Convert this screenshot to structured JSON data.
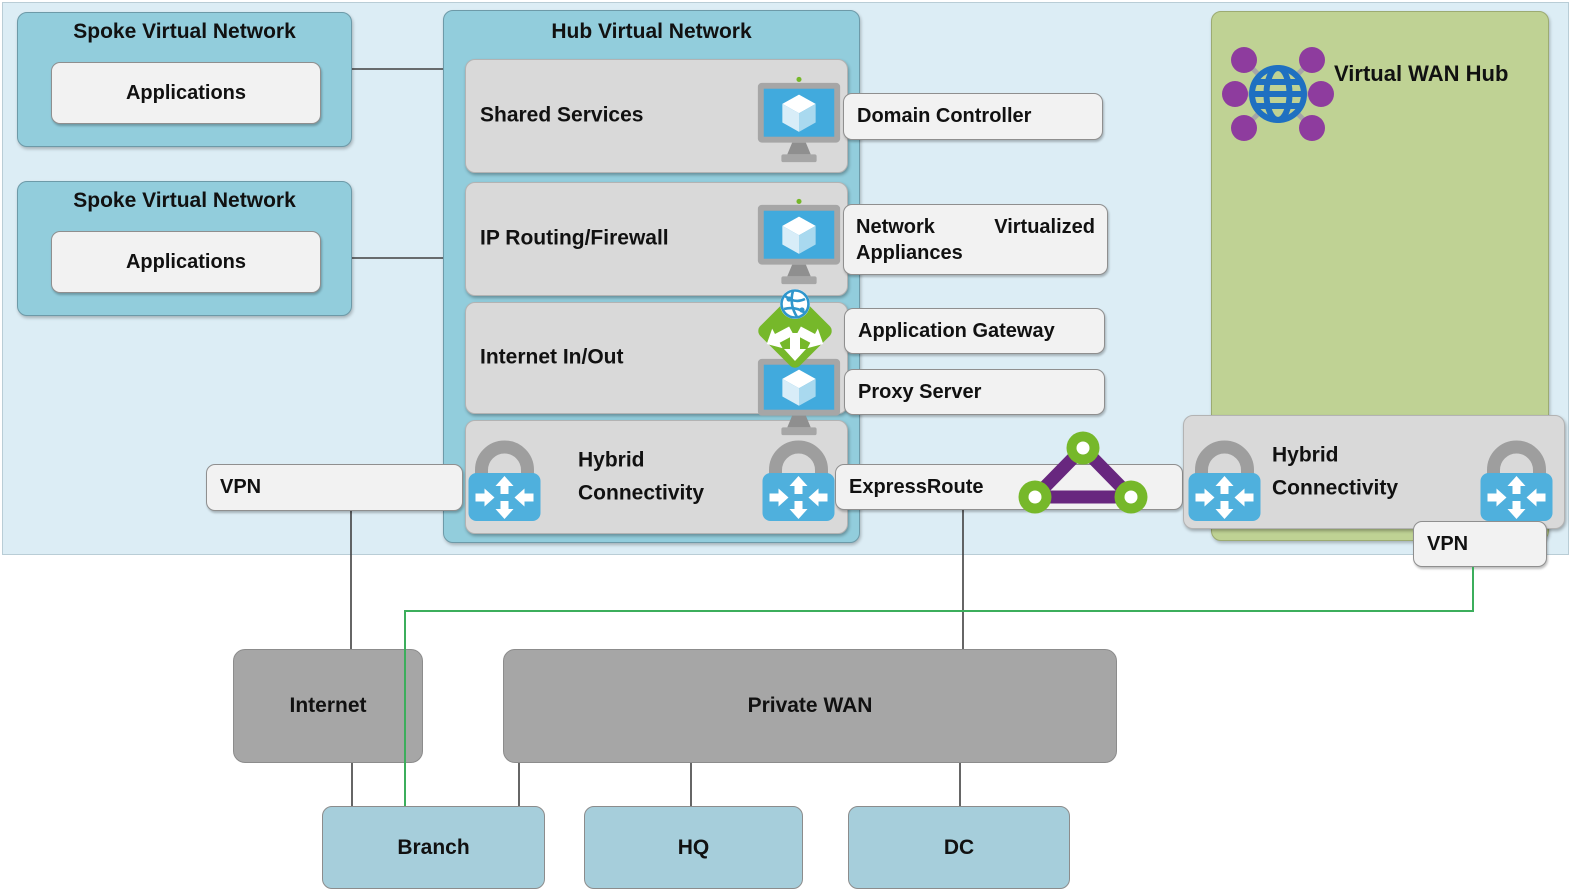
{
  "spokes": [
    {
      "title": "Spoke Virtual Network",
      "app_label": "Applications"
    },
    {
      "title": "Spoke Virtual Network",
      "app_label": "Applications"
    }
  ],
  "hub": {
    "title": "Hub Virtual Network",
    "sections": [
      {
        "label": "Shared Services"
      },
      {
        "label": "IP Routing/Firewall"
      },
      {
        "label": "Internet In/Out"
      },
      {
        "label": "Hybrid Connectivity"
      }
    ]
  },
  "annotations": {
    "domain_controller": "Domain Controller",
    "network_virtualized_appliances": "Network Virtualized Appliances",
    "application_gateway": "Application Gateway",
    "proxy_server": "Proxy Server",
    "expressroute": "ExpressRoute",
    "vpn_left": "VPN",
    "vpn_right": "VPN"
  },
  "wan_hub": {
    "title": "Virtual WAN Hub",
    "hybrid_label": "Hybrid Connectivity"
  },
  "bottom": {
    "internet": "Internet",
    "private_wan": "Private WAN",
    "branch": "Branch",
    "hq": "HQ",
    "dc": "DC"
  },
  "icons": {
    "vm": "virtual-machine",
    "lock": "vpn-gateway-lock",
    "app_gateway": "application-gateway-diamond",
    "expressroute": "expressroute-triangle",
    "virtual_wan": "virtual-wan-globe"
  },
  "colors": {
    "cloud_bg": "#dcedf5",
    "spoke_blue": "#92cddc",
    "section_gray": "#d9d9d9",
    "wan_green_bg": "#bfd294",
    "network_dark_gray": "#a6a6a6",
    "site_teal": "#a6cedb",
    "gateway_green": "#76b82a",
    "expressroute_purple": "#68277f",
    "vm_screen_blue": "#41aadd",
    "lock_body_blue": "#4fb0dd",
    "wan_node_purple": "#8e3c9e",
    "wan_globe_blue": "#1f70c1",
    "green_link": "#3cae5c",
    "dark_link": "#404040"
  }
}
